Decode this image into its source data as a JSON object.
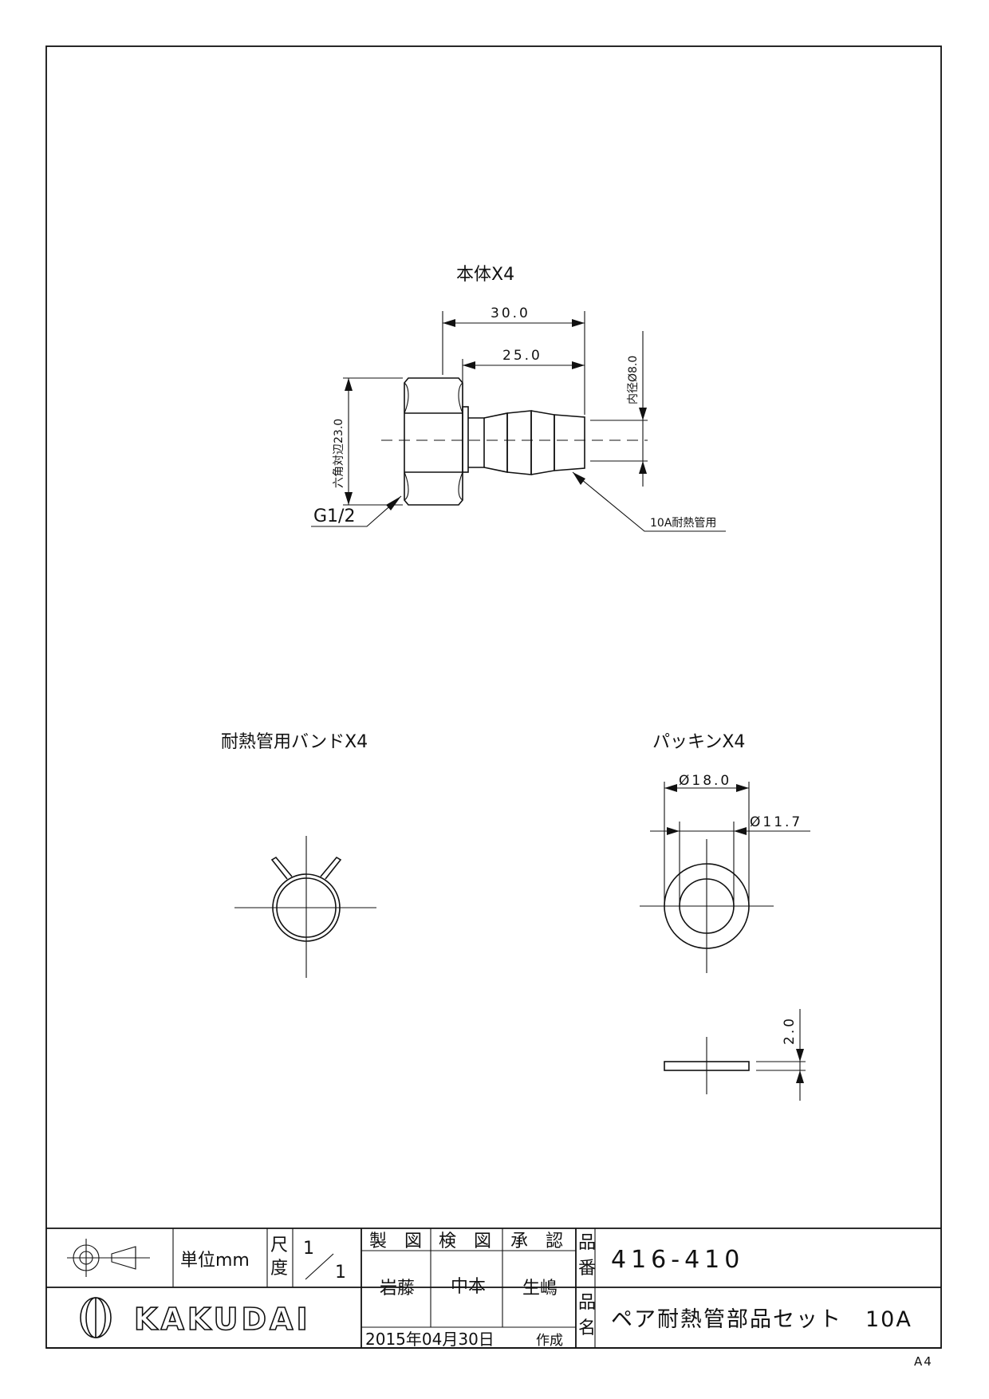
{
  "views": {
    "body": {
      "title": "本体X4",
      "dim_total_length": "30.0",
      "dim_nipple_length": "25.0",
      "dim_hex_across_flats": "六角対辺23.0",
      "dim_inner_diameter": "内径Ø8.0",
      "thread_label": "G1/2",
      "tube_label": "10A耐熱管用"
    },
    "band": {
      "title": "耐熱管用バンドX4"
    },
    "packing": {
      "title": "パッキンX4",
      "dim_outer_diameter": "Ø18.0",
      "dim_inner_diameter": "Ø11.7",
      "dim_thickness": "2.0"
    }
  },
  "title_block": {
    "unit_label": "単位mm",
    "scale_label_top": "尺",
    "scale_label_bottom": "度",
    "scale_numerator": "1",
    "scale_denominator": "1",
    "drawn_header": "製　図",
    "checked_header": "検　図",
    "approved_header": "承　認",
    "drawn_by": "岩藤",
    "checked_by": "中本",
    "approved_by": "生嶋",
    "part_number_label_top": "品",
    "part_number_label_bottom": "番",
    "part_number": "416-410",
    "part_name_label_top": "品",
    "part_name_label_bottom": "名",
    "part_name": "ペア耐熱管部品セット　10A",
    "brand": "KAKUDAI",
    "date": "2015年04月30日",
    "date_suffix": "作成"
  },
  "paper_size": "A4"
}
